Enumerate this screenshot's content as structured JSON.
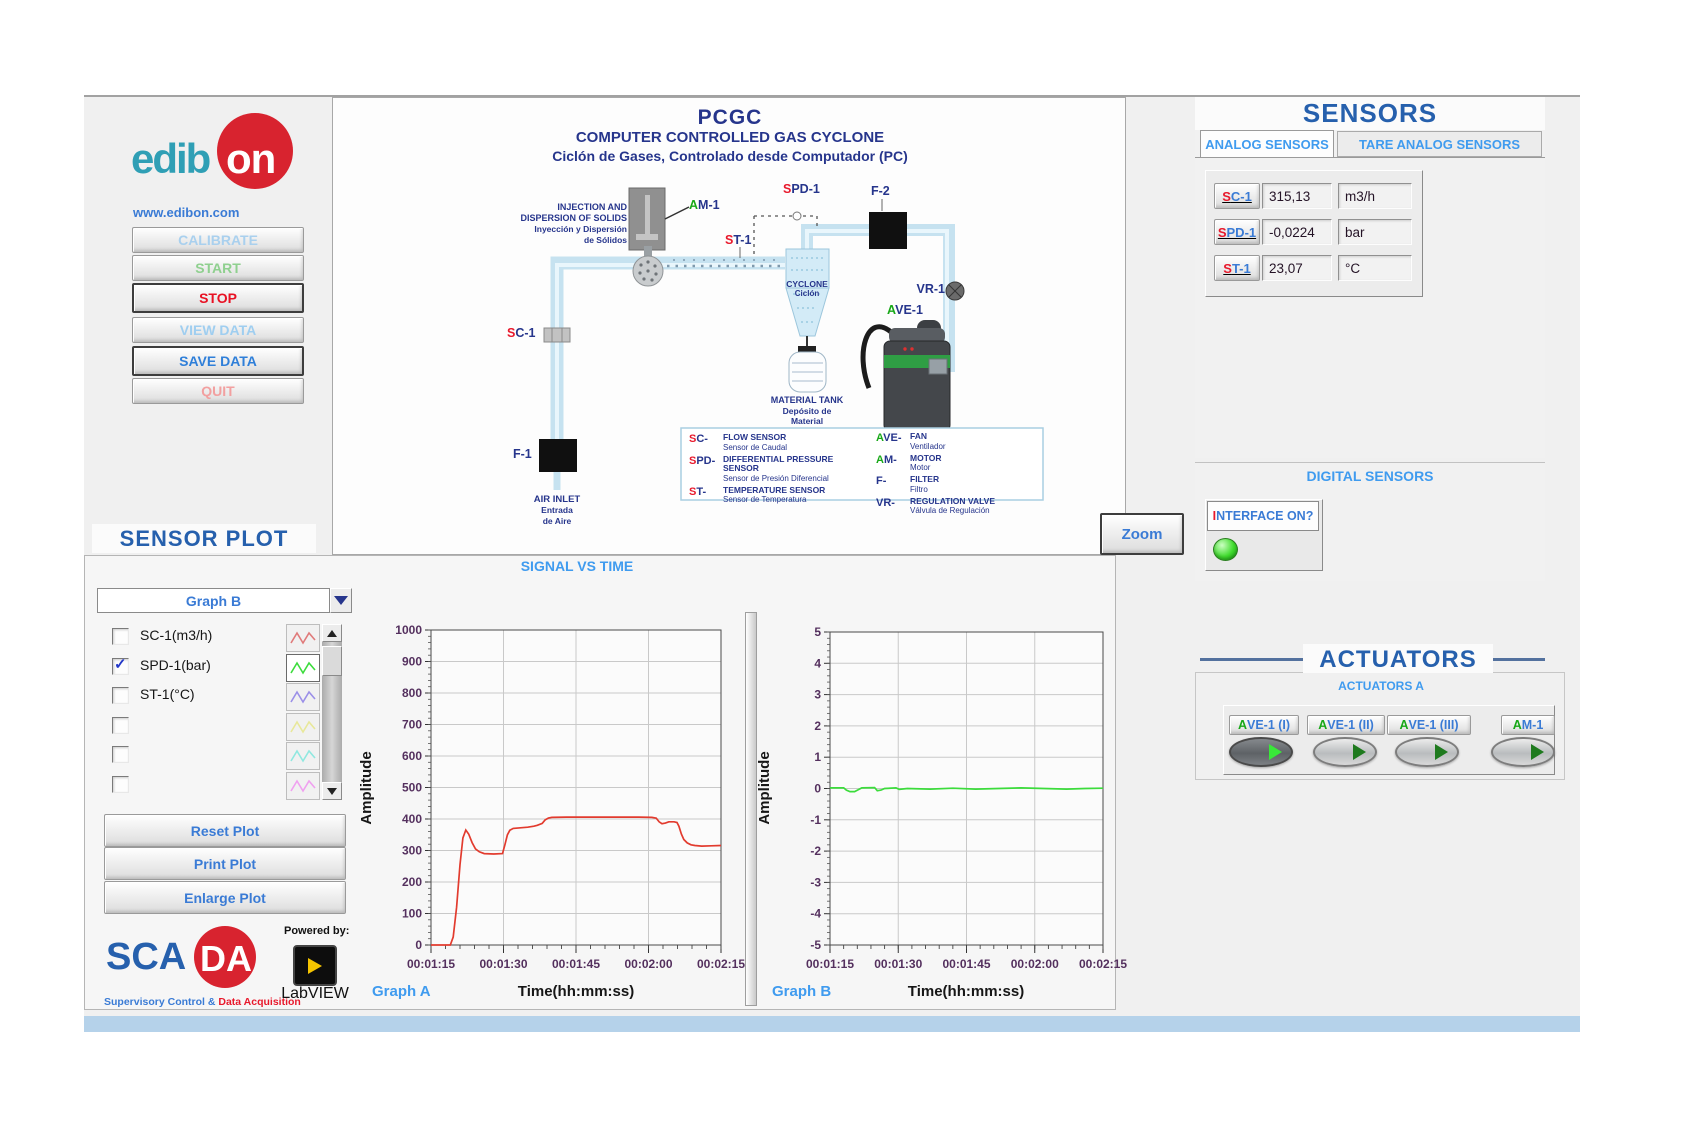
{
  "left_panel": {
    "logo": {
      "text_left": "edib",
      "text_right": "on",
      "website": "www.edibon.com"
    },
    "buttons": [
      {
        "label": "CALIBRATE",
        "style": "pale-blue",
        "pressed": false
      },
      {
        "label": "START",
        "style": "green",
        "pressed": false
      },
      {
        "label": "STOP",
        "style": "stopred",
        "pressed": true
      },
      {
        "label": "VIEW DATA",
        "style": "pale-blue2",
        "pressed": false
      },
      {
        "label": "SAVE DATA",
        "style": "blue",
        "pressed": true
      },
      {
        "label": "QUIT",
        "style": "salmon",
        "pressed": false
      }
    ]
  },
  "diagram": {
    "title_line1": "PCGC",
    "title_line2": "COMPUTER CONTROLLED GAS CYCLONE",
    "title_line3": "Ciclón de Gases, Controlado desde Computador (PC)",
    "labels": {
      "injection_l1": "INJECTION AND",
      "injection_l2": "DISPERSION OF SOLIDS",
      "injection_l3": "Inyección y Dispersión",
      "injection_l4": "de Sólidos",
      "am1": {
        "p": "A",
        "r": "M-1"
      },
      "spd1": {
        "p": "S",
        "r": "PD-1"
      },
      "st1": {
        "p": "S",
        "r": "T-1"
      },
      "sc1": {
        "p": "S",
        "r": "C-1"
      },
      "f1": {
        "p": "",
        "r": "F-1"
      },
      "f2": {
        "p": "",
        "r": "F-2"
      },
      "vr1": {
        "p": "",
        "r": "VR-1"
      },
      "ave1": {
        "p": "A",
        "r": "VE-1"
      },
      "cyclone_en": "CYCLONE",
      "cyclone_es": "Ciclón",
      "tank_l1": "MATERIAL TANK",
      "tank_l2": "Depósito de",
      "tank_l3": "Material",
      "air_l1": "AIR INLET",
      "air_l2": "Entrada",
      "air_l3": "de Aire"
    },
    "legend_col1": [
      {
        "p": "S",
        "r": "C-",
        "pcolor": "red",
        "en": "FLOW SENSOR",
        "es": "Sensor de Caudal"
      },
      {
        "p": "S",
        "r": "PD-",
        "pcolor": "red",
        "en": "DIFFERENTIAL PRESSURE SENSOR",
        "es": "Sensor de Presión Diferencial"
      },
      {
        "p": "S",
        "r": "T-",
        "pcolor": "red",
        "en": "TEMPERATURE SENSOR",
        "es": "Sensor de Temperatura"
      }
    ],
    "legend_col2": [
      {
        "p": "A",
        "r": "VE-",
        "pcolor": "green",
        "en": "FAN",
        "es": "Ventilador"
      },
      {
        "p": "A",
        "r": "M-",
        "pcolor": "green",
        "en": "MOTOR",
        "es": "Motor"
      },
      {
        "p": "",
        "r": "F-",
        "pcolor": "",
        "en": "FILTER",
        "es": "Filtro"
      },
      {
        "p": "",
        "r": "VR-",
        "pcolor": "",
        "en": "REGULATION VALVE",
        "es": "Válvula de Regulación"
      }
    ],
    "zoom_button": "Zoom"
  },
  "sensors": {
    "title": "SENSORS",
    "tab_analog": "ANALOG SENSORS",
    "tab_tare": "TARE ANALOG SENSORS",
    "rows": [
      {
        "p": "S",
        "r": "C-1",
        "value": "315,13",
        "unit": "m3/h"
      },
      {
        "p": "S",
        "r": "PD-1",
        "value": "-0,0224",
        "unit": "bar"
      },
      {
        "p": "S",
        "r": "T-1",
        "value": "23,07",
        "unit": "°C"
      }
    ]
  },
  "digital_sensors": {
    "title": "DIGITAL SENSORS",
    "interface": {
      "p": "I",
      "r": "NTERFACE ON?"
    }
  },
  "actuators": {
    "title": "ACTUATORS",
    "subtitle": "ACTUATORS A",
    "buttons": [
      {
        "p": "A",
        "r": "VE-1 (I)",
        "active": true
      },
      {
        "p": "A",
        "r": "VE-1 (II)",
        "active": false
      },
      {
        "p": "A",
        "r": "VE-1 (III)",
        "active": false
      },
      {
        "p": "A",
        "r": "M-1",
        "active": false
      }
    ]
  },
  "sensor_plot": {
    "title": "SENSOR PLOT",
    "graph_selector": "Graph B",
    "plot_title": "SIGNAL VS TIME",
    "channels": [
      {
        "label": "SC-1(m3/h)",
        "checked": false,
        "color": "#e07a7a"
      },
      {
        "label": "SPD-1(bar)",
        "checked": true,
        "color": "#3cdc3c"
      },
      {
        "label": "ST-1(°C)",
        "checked": false,
        "color": "#9b8fe8"
      },
      {
        "label": "",
        "checked": false,
        "color": "#e8e89a"
      },
      {
        "label": "",
        "checked": false,
        "color": "#90e8e0"
      },
      {
        "label": "",
        "checked": false,
        "color": "#f0a0f0"
      }
    ],
    "buttons": [
      "Reset Plot",
      "Print Plot",
      "Enlarge Plot"
    ],
    "scada": {
      "sca": "SCA",
      "da": "DA",
      "sub_blue": "Supervisory Control & ",
      "sub_red": "Data Acquisition",
      "powered": "Powered by:",
      "labview": "LabVIEW"
    }
  },
  "chart_data": [
    {
      "type": "line",
      "graph_label": "Graph A",
      "x_axis_label": "Time(hh:mm:ss)",
      "y_axis_label": "Amplitude",
      "x_min": 75,
      "x_max": 135,
      "y_min": 0,
      "y_max": 1000,
      "y_tick_step": 100,
      "x_ticks": [
        {
          "v": 75,
          "label": "00:01:15"
        },
        {
          "v": 90,
          "label": "00:01:30"
        },
        {
          "v": 105,
          "label": "00:01:45"
        },
        {
          "v": 120,
          "label": "00:02:00"
        },
        {
          "v": 135,
          "label": "00:02:15"
        }
      ],
      "grid": true,
      "series": [
        {
          "name": "SC-1",
          "color": "#e23b2e",
          "points": [
            [
              75,
              0
            ],
            [
              79,
              0
            ],
            [
              79.6,
              25
            ],
            [
              80.3,
              120
            ],
            [
              81,
              255
            ],
            [
              81.6,
              340
            ],
            [
              82.2,
              365
            ],
            [
              82.8,
              352
            ],
            [
              83.5,
              325
            ],
            [
              84.2,
              305
            ],
            [
              85,
              296
            ],
            [
              86,
              290
            ],
            [
              88,
              289
            ],
            [
              89.8,
              290
            ],
            [
              90.3,
              318
            ],
            [
              90.8,
              350
            ],
            [
              91.3,
              364
            ],
            [
              92,
              370
            ],
            [
              93.5,
              372
            ],
            [
              95,
              374
            ],
            [
              96.3,
              377
            ],
            [
              97,
              380
            ],
            [
              98,
              386
            ],
            [
              98.6,
              397
            ],
            [
              99.3,
              403
            ],
            [
              100,
              405
            ],
            [
              103,
              406
            ],
            [
              108,
              406
            ],
            [
              113,
              406
            ],
            [
              118,
              406
            ],
            [
              120.7,
              405
            ],
            [
              121.6,
              403
            ],
            [
              122.2,
              391
            ],
            [
              122.8,
              385
            ],
            [
              123.5,
              387
            ],
            [
              124.2,
              391
            ],
            [
              125.3,
              391
            ],
            [
              125.9,
              389
            ],
            [
              126.3,
              377
            ],
            [
              126.8,
              352
            ],
            [
              127.3,
              335
            ],
            [
              128,
              324
            ],
            [
              128.8,
              318
            ],
            [
              129.6,
              316
            ],
            [
              131,
              314
            ],
            [
              133,
              315
            ],
            [
              135,
              316
            ]
          ]
        }
      ]
    },
    {
      "type": "line",
      "graph_label": "Graph B",
      "x_axis_label": "Time(hh:mm:ss)",
      "y_axis_label": "Amplitude",
      "x_min": 75,
      "x_max": 135,
      "y_min": -5,
      "y_max": 5,
      "y_tick_step": 1,
      "x_ticks": [
        {
          "v": 75,
          "label": "00:01:15"
        },
        {
          "v": 90,
          "label": "00:01:30"
        },
        {
          "v": 105,
          "label": "00:01:45"
        },
        {
          "v": 120,
          "label": "00:02:00"
        },
        {
          "v": 135,
          "label": "00:02:15"
        }
      ],
      "grid": true,
      "series": [
        {
          "name": "SPD-1",
          "color": "#3cdc3c",
          "points": [
            [
              75,
              0.02
            ],
            [
              78,
              0.02
            ],
            [
              78.6,
              -0.05
            ],
            [
              79.4,
              -0.1
            ],
            [
              80.4,
              -0.1
            ],
            [
              81.2,
              -0.04
            ],
            [
              82,
              0.02
            ],
            [
              84.8,
              0.03
            ],
            [
              85.4,
              -0.07
            ],
            [
              86.2,
              -0.05
            ],
            [
              87,
              0
            ],
            [
              89.5,
              0.02
            ],
            [
              90.2,
              -0.03
            ],
            [
              92,
              0
            ],
            [
              97,
              -0.02
            ],
            [
              102,
              0.01
            ],
            [
              107,
              -0.02
            ],
            [
              112,
              0
            ],
            [
              117,
              0.02
            ],
            [
              122,
              0
            ],
            [
              127,
              -0.02
            ],
            [
              131,
              0
            ],
            [
              135,
              0.01
            ]
          ]
        }
      ]
    }
  ]
}
